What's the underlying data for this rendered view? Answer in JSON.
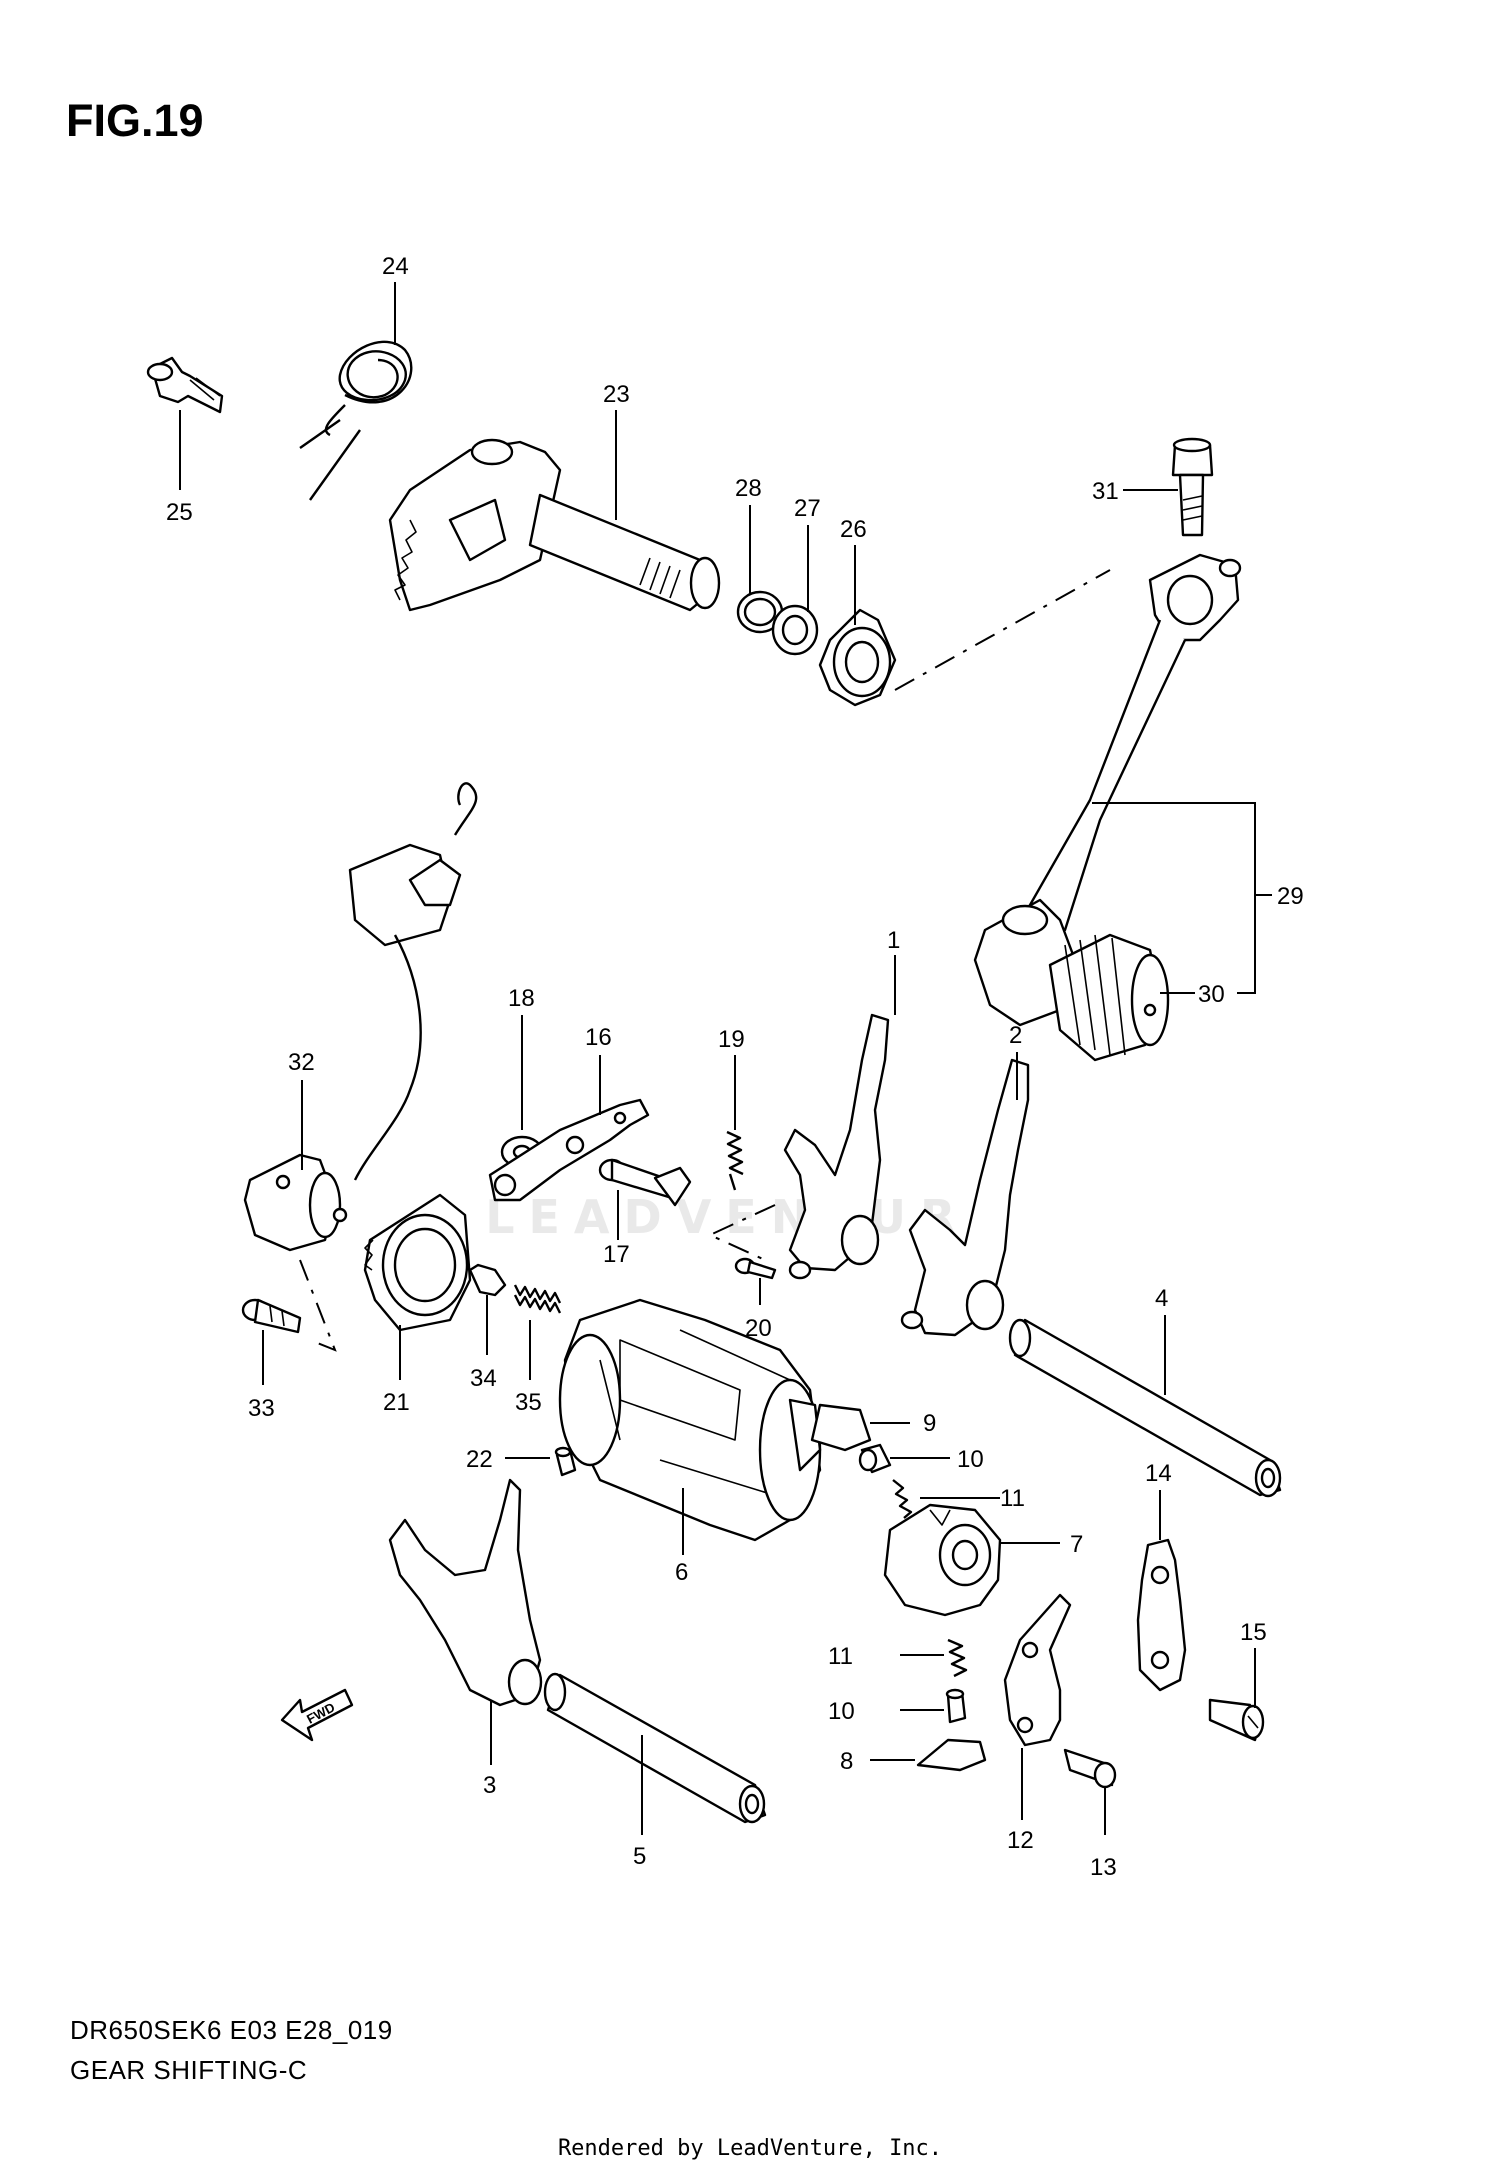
{
  "figure": {
    "title": "FIG.19",
    "model_code": "DR650SEK6 E03 E28_019",
    "caption": "GEAR SHIFTING-C",
    "footer": "Rendered by LeadVenture, Inc.",
    "watermark": "LEADVENTURE",
    "fwd_label": "FWD"
  },
  "callouts": {
    "p1": "1",
    "p2": "2",
    "p3": "3",
    "p4": "4",
    "p5": "5",
    "p6": "6",
    "p7": "7",
    "p8": "8",
    "p9": "9",
    "p10a": "10",
    "p10b": "10",
    "p11a": "11",
    "p11b": "11",
    "p12": "12",
    "p13": "13",
    "p14": "14",
    "p15": "15",
    "p16": "16",
    "p17": "17",
    "p18": "18",
    "p19": "19",
    "p20": "20",
    "p21": "21",
    "p22": "22",
    "p23": "23",
    "p24": "24",
    "p25": "25",
    "p26": "26",
    "p27": "27",
    "p28": "28",
    "p29": "29",
    "p30": "30",
    "p31": "31",
    "p32": "32",
    "p33": "33",
    "p34": "34",
    "p35": "35"
  }
}
